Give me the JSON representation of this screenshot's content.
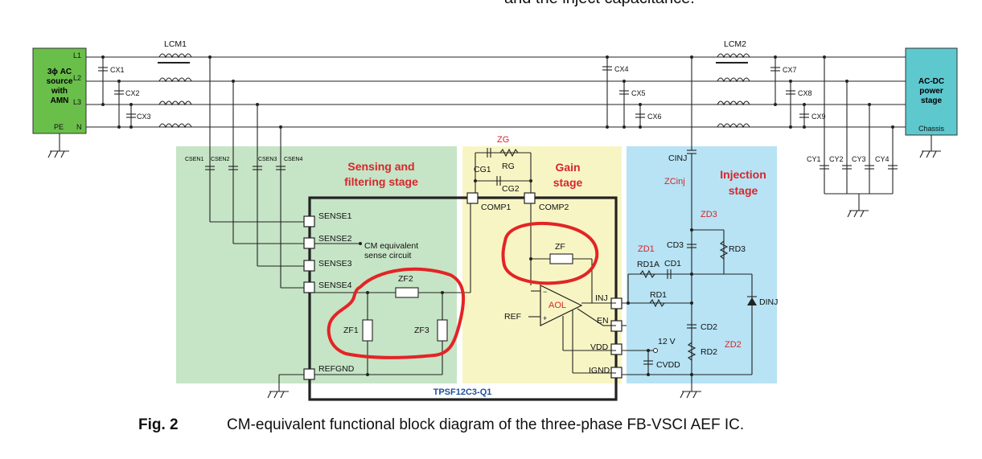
{
  "top_fragment": "and the inject capacitance.",
  "caption": {
    "label": "Fig. 2",
    "text": "CM-equivalent functional block diagram of the three-phase FB-VSCI AEF IC."
  },
  "source_block": {
    "lines": [
      "3ϕ AC",
      "source",
      "with",
      "AMN"
    ],
    "pe": "PE",
    "terminals": [
      "L1",
      "L2",
      "L3",
      "N"
    ]
  },
  "load_block": {
    "lines": [
      "AC-DC",
      "power",
      "stage"
    ],
    "chassis": "Chassis"
  },
  "stages": {
    "sensing": [
      "Sensing and",
      "filtering stage"
    ],
    "gain": [
      "Gain",
      "stage"
    ],
    "injection": [
      "Injection",
      "stage"
    ]
  },
  "ic": {
    "name": "TPSF12C3-Q1",
    "pins": [
      "SENSE1",
      "SENSE2",
      "SENSE3",
      "SENSE4",
      "REFGND",
      "COMP1",
      "COMP2",
      "INJ",
      "EN",
      "VDD",
      "IGND"
    ],
    "sense_note": [
      "CM equivalent",
      "sense circuit"
    ],
    "ref": "REF"
  },
  "components": {
    "chokes": [
      "LCM1",
      "LCM2"
    ],
    "x_caps": [
      "CX1",
      "CX2",
      "CX3",
      "CX4",
      "CX5",
      "CX6",
      "CX7",
      "CX8",
      "CX9"
    ],
    "sense_caps": [
      "CSEN1",
      "CSEN2",
      "CSEN3",
      "CSEN4"
    ],
    "y_caps": [
      "CY1",
      "CY2",
      "CY3",
      "CY4"
    ],
    "gain": [
      "ZG",
      "CG1",
      "RG",
      "CG2",
      "ZF",
      "AOL"
    ],
    "filter": [
      "ZF1",
      "ZF2",
      "ZF3"
    ],
    "injection": [
      "CINJ",
      "ZCinj",
      "ZD3",
      "CD3",
      "RD3",
      "ZD1",
      "RD1A",
      "CD1",
      "RD1",
      "DINJ",
      "CD2",
      "RD2",
      "ZD2",
      "CVDD"
    ],
    "supply": "12 V"
  },
  "colors": {
    "sensing_bg": "#c6e4c6",
    "gain_bg": "#f8f5c4",
    "injection_bg": "#b7e3f4",
    "source_fill": "#6abf4b",
    "load_fill": "#5ec8cf",
    "stage_title": "#d7262b",
    "ic_name": "#1f4e9c",
    "annotation": "#e32426"
  }
}
